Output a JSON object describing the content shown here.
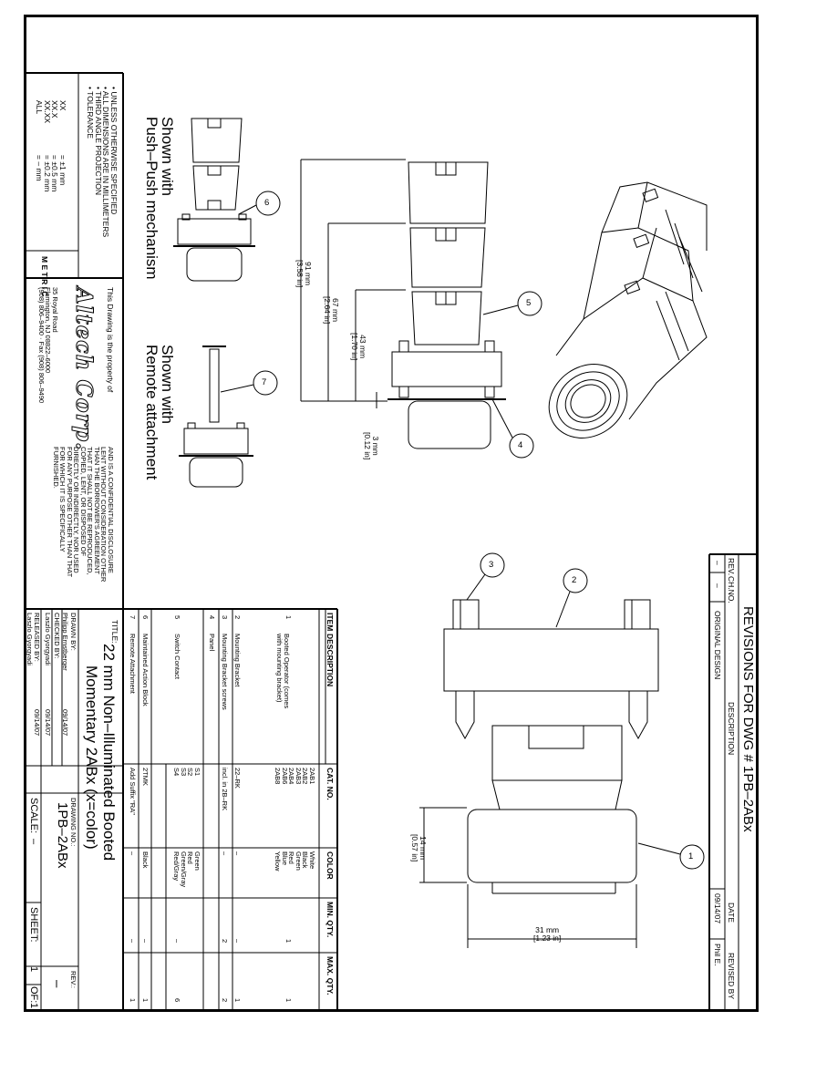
{
  "notes": {
    "lines": [
      "• UNLESS OTHERWISE SPECIFIED",
      "• ALL DIMENSIONS ARE IN MILLIMETERS",
      "• THIRD ANGLE PROJECTION",
      "• TOLERANCE"
    ],
    "tolerance_rows": [
      {
        "label": "XX",
        "value": "= ±1 mm"
      },
      {
        "label": "XX.X",
        "value": "= ±0.5 mm"
      },
      {
        "label": "XX.XX",
        "value": "= ±0.2 mm"
      },
      {
        "label": "ALL",
        "value": "= – mm"
      }
    ],
    "metric_letters": [
      "M",
      "E",
      "T",
      "R",
      "I",
      "C"
    ]
  },
  "company": {
    "property_line": "This Drawing is the property of",
    "logo": "Altech Corp.",
    "address1": "35 Royal Road",
    "address2": "Flemington, NJ 08822–6000",
    "phone": "(908) 806–9400 · Fax (908) 806–9490",
    "disclosure": [
      "AND IS A CONFIDENTIAL DISCLOSURE",
      "LENT WITHOUT CONSIDERATION OTHER",
      "THAN THE BORROWER'S AGREEMENT",
      "THAT IT SHALL NOT BE REPRODUCED,",
      "COPIED, LENT, OR DISPOSED OF",
      "DIRECTLY OR INDIRECTLY, NOR USED",
      "FOR ANY PURPOSE OTHER THAN THAT",
      "FOR WHICH IT IS SPECIFICALLY",
      "FURNISHED."
    ]
  },
  "views": {
    "push_push": [
      "Shown with",
      "Push–Push mechanism"
    ],
    "remote": [
      "Shown with",
      "Remote attachment"
    ]
  },
  "dimensions": {
    "d91": [
      "91 mm",
      "[3.58 in]"
    ],
    "d67": [
      "67 mm",
      "[2.64 in]"
    ],
    "d43": [
      "43 mm",
      "[1.70 in]"
    ],
    "d3": [
      "3 mm",
      "[0.12 in]"
    ],
    "d14": [
      "14 mm",
      "[0.57 in]"
    ],
    "d31": [
      "31 mm",
      "[1.23 in]"
    ]
  },
  "balloons": [
    "1",
    "2",
    "3",
    "4",
    "5",
    "6",
    "7"
  ],
  "revisions": {
    "title": "REVISIONS FOR DWG # 1PB–2ABx",
    "headers": [
      "REV.",
      "CH.NO.",
      "DESCRIPTION",
      "DATE",
      "REVISED BY"
    ],
    "row": [
      "–",
      "–",
      "ORIGINAL DESIGN",
      "09/14/07",
      "Phil E."
    ]
  },
  "bom": {
    "headers": [
      "ITEM",
      "DESCRIPTION",
      "CAT. NO.",
      "COLOR",
      "MIN. QTY.",
      "MAX. QTY."
    ],
    "rows": [
      {
        "item": "1",
        "desc": [
          "Booted Operator (comes",
          "with mounting bracket)"
        ],
        "cats": [
          "2AB1",
          "2AB2",
          "2AB3",
          "2AB4",
          "2AB6",
          "2AB8"
        ],
        "colors": [
          "White",
          "Black",
          "Green",
          "Red",
          "Blue",
          "Yellow"
        ],
        "min": "1",
        "max": "1"
      },
      {
        "item": "2",
        "desc": [
          "Mounting Bracket"
        ],
        "cats": [
          "22–RK"
        ],
        "colors": [
          "–"
        ],
        "min": "–",
        "max": "1"
      },
      {
        "item": "3",
        "desc": [
          "Mounting Bracket screws"
        ],
        "cats": [
          "incl. in 2B–RK"
        ],
        "colors": [
          "–"
        ],
        "min": "2",
        "max": "2"
      },
      {
        "item": "4",
        "desc": [
          "Panel"
        ],
        "cats": [],
        "colors": [],
        "min": "",
        "max": ""
      },
      {
        "item": "5",
        "desc": [
          "Switch Contact"
        ],
        "cats": [
          "S1",
          "S2",
          "S3",
          "S4"
        ],
        "colors": [
          "Green",
          "Red",
          "Green/Gray",
          "Red/Gray"
        ],
        "min": "–",
        "max": "6"
      },
      {
        "item": "6",
        "desc": [
          "Maintained Action Block"
        ],
        "cats": [
          "2TMK"
        ],
        "colors": [
          "Black"
        ],
        "min": "–",
        "max": "1"
      },
      {
        "item": "7",
        "desc": [
          "Remote Attachment"
        ],
        "cats": [
          "Add Suffix \"RA\""
        ],
        "colors": [
          "–"
        ],
        "min": "–",
        "max": "1"
      }
    ]
  },
  "title_block": {
    "title_label": "TITLE:",
    "title_line1": "22 mm Non–Illuminated Booted",
    "title_line2": "Momentary 2ABx (x=color)",
    "drawn_label": "DRAWN BY:",
    "drawn_name": "Philipp Ernstberger",
    "drawn_date": "09/14/07",
    "checked_label": "CHECKED BY:",
    "checked_name": "Laszlo Gyorgyadi",
    "checked_date": "09/14/07",
    "released_label": "RELEASED BY:",
    "released_name": "Laszlo Gyorgyadi",
    "released_date": "09/14/07",
    "drawing_no_label": "DRAWING NO.:",
    "drawing_no": "1PB–2ABx",
    "rev_label": "REV.:",
    "rev_value": "–",
    "scale_label": "SCALE:",
    "scale_value": "–",
    "sheet_label": "SHEET:",
    "sheet_value": "1",
    "of_label": "OF:",
    "of_value": "1"
  }
}
